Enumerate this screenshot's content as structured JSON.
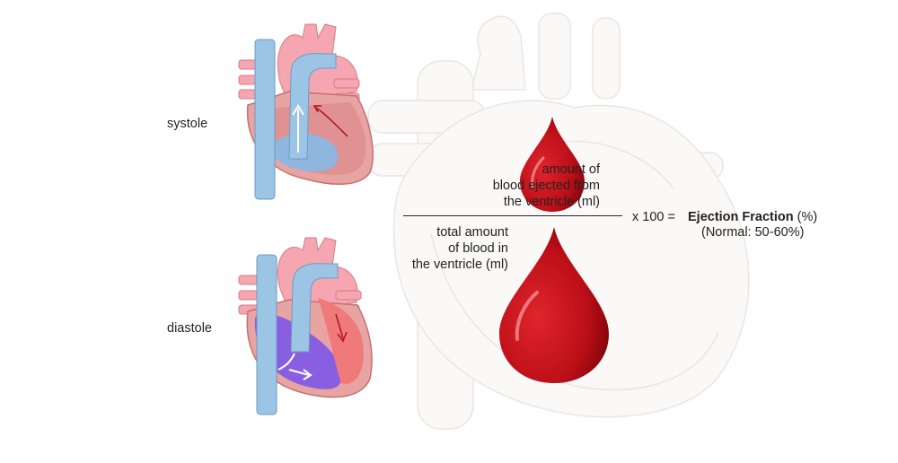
{
  "labels": {
    "systole": "systole",
    "diastole": "diastole"
  },
  "formula": {
    "numerator": [
      "amount of",
      "blood ejected from",
      "the ventricle (ml)"
    ],
    "denominator": [
      "total amount",
      "of blood in",
      "the ventricle (ml)"
    ],
    "multiplier": "x 100 =",
    "result_bold": "Ejection Fraction",
    "result_unit": " (%)",
    "normal_range": "(Normal: 50-60%)"
  },
  "colors": {
    "blood": "#c8141c",
    "aorta": "#f2a3ad",
    "vein": "#9cc4e4",
    "oxygen_poor": "#7e5ce0",
    "muscle": "#e8a0a0",
    "bg_heart": "#f2eeee"
  }
}
